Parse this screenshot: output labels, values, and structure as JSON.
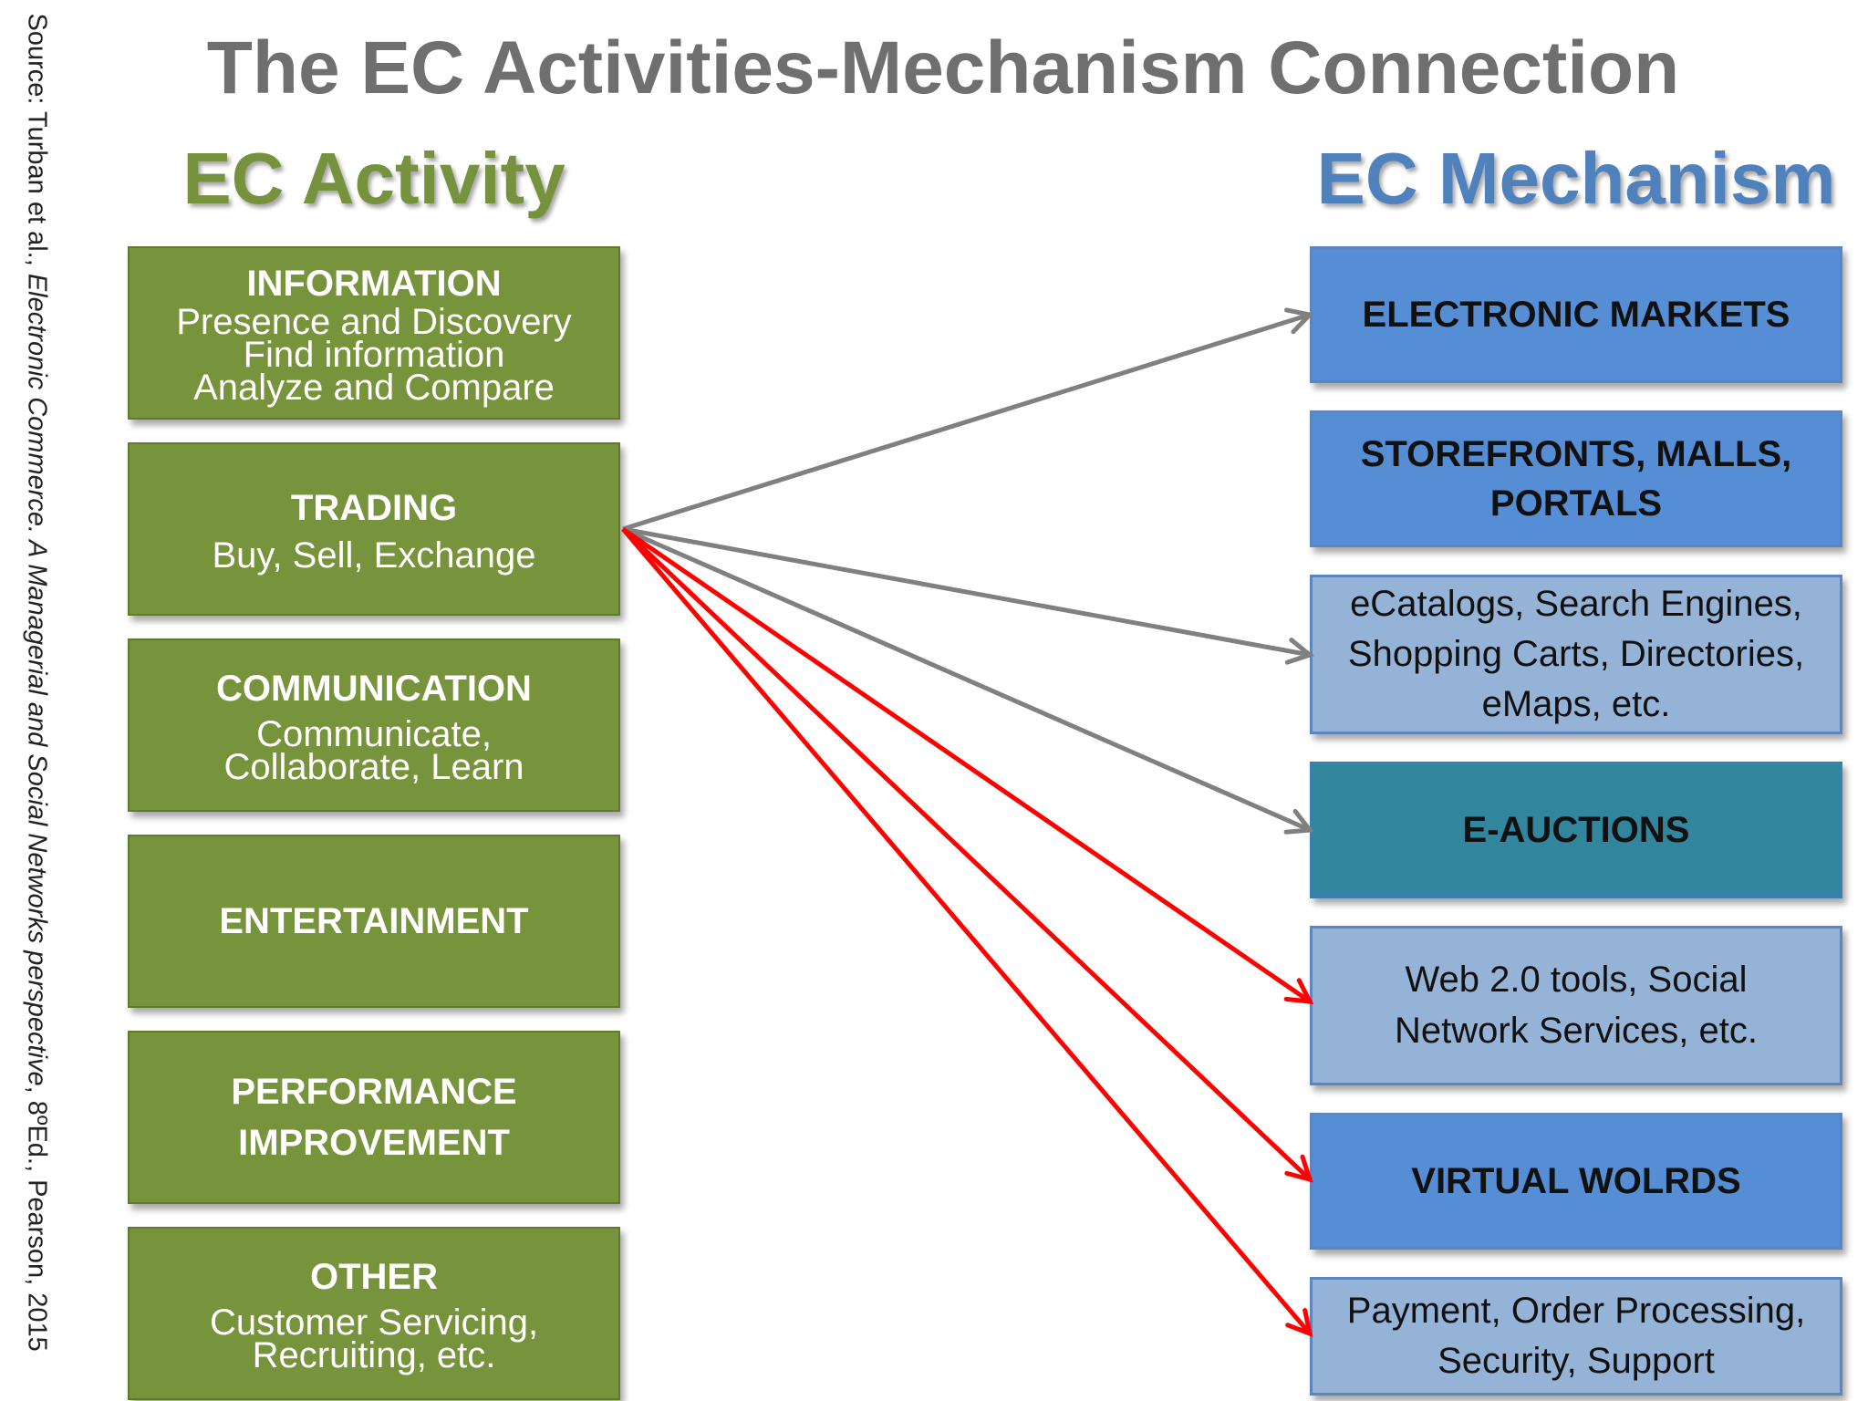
{
  "title": "The EC Activities-Mechanism Connection",
  "source": {
    "prefix": "Source: Turban et al., ",
    "book": "Electronic Commerce. A Managerial and Social Networks perspective",
    "suffix": ", 8ºEd., Pearson, 2015"
  },
  "activity_header": "EC Activity",
  "mechanism_header": "EC Mechanism",
  "activities": [
    {
      "heading": "INFORMATION",
      "lines": [
        "Presence and Discovery",
        "Find information",
        "Analyze and Compare"
      ]
    },
    {
      "heading": "TRADING",
      "lines": [
        "Buy, Sell, Exchange"
      ]
    },
    {
      "heading": "COMMUNICATION",
      "lines": [
        "Communicate,",
        "Collaborate, Learn"
      ]
    },
    {
      "heading": "ENTERTAINMENT",
      "lines": []
    },
    {
      "heading": "PERFORMANCE",
      "heading2": "IMPROVEMENT",
      "lines": []
    },
    {
      "heading": "OTHER",
      "lines": [
        "Customer Servicing,",
        "Recruiting, etc."
      ]
    }
  ],
  "mechanisms": [
    {
      "lines": [
        "ELECTRONIC MARKETS"
      ],
      "bold": true,
      "style": "dark"
    },
    {
      "lines": [
        "STOREFRONTS, MALLS,",
        "PORTALS"
      ],
      "bold": true,
      "style": "dark"
    },
    {
      "lines": [
        "eCatalogs, Search Engines,",
        "Shopping Carts, Directories,",
        "eMaps, etc."
      ],
      "bold": false,
      "style": "light"
    },
    {
      "lines": [
        "E-AUCTIONS"
      ],
      "bold": true,
      "style": "teal"
    },
    {
      "lines": [
        "Web 2.0 tools, Social",
        "Network Services, etc."
      ],
      "bold": false,
      "style": "light"
    },
    {
      "lines": [
        "VIRTUAL WOLRDS"
      ],
      "bold": true,
      "style": "dark"
    },
    {
      "lines": [
        "Payment, Order Processing,",
        "Security, Support"
      ],
      "bold": false,
      "style": "light"
    }
  ],
  "connections": [
    {
      "from": 1,
      "to": 0,
      "color": "#808080"
    },
    {
      "from": 1,
      "to": 2,
      "color": "#808080"
    },
    {
      "from": 1,
      "to": 3,
      "color": "#808080"
    },
    {
      "from": 1,
      "to": 4,
      "color": "#ff0000"
    },
    {
      "from": 1,
      "to": 5,
      "color": "#ff0000"
    },
    {
      "from": 1,
      "to": 6,
      "color": "#ff0000"
    }
  ]
}
